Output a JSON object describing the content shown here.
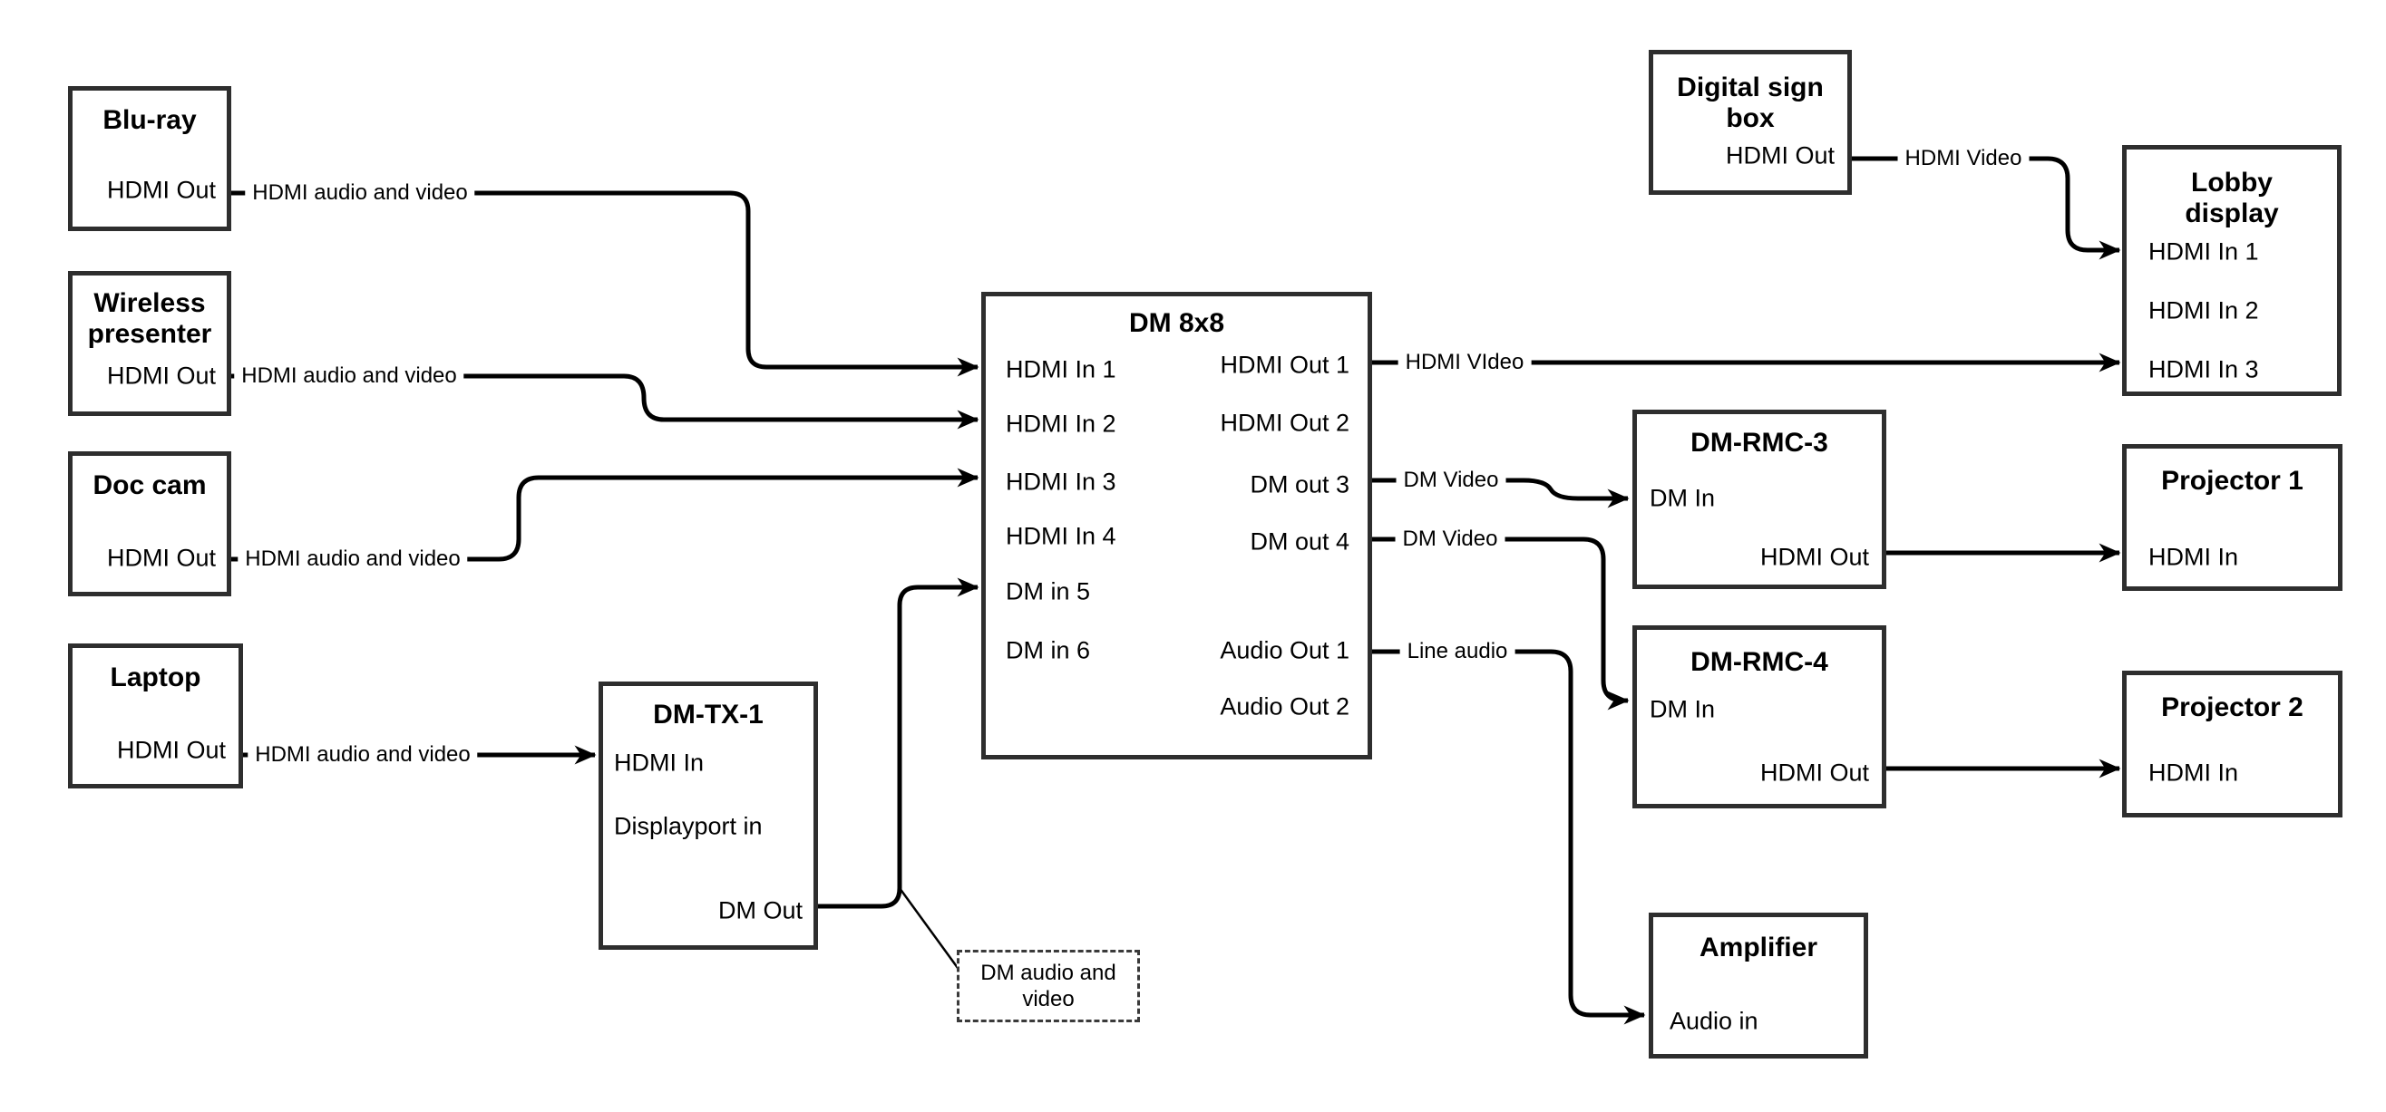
{
  "colors": {
    "background": "#ffffff",
    "wire": "#000000",
    "box_border": "#2e2e2e",
    "text": "#000000"
  },
  "nodes": {
    "bluray": {
      "title": "Blu-ray",
      "port_hdmi_out": "HDMI Out"
    },
    "wireless": {
      "title": "Wireless\npresenter",
      "port_hdmi_out": "HDMI Out"
    },
    "doccam": {
      "title": "Doc cam",
      "port_hdmi_out": "HDMI Out"
    },
    "laptop": {
      "title": "Laptop",
      "port_hdmi_out": "HDMI Out"
    },
    "dmtx1": {
      "title": "DM-TX-1",
      "port_hdmi_in": "HDMI In",
      "port_displayport_in": "Displayport in",
      "port_dm_out": "DM Out"
    },
    "dm8x8": {
      "title": "DM 8x8",
      "port_in1": "HDMI In 1",
      "port_in2": "HDMI In 2",
      "port_in3": "HDMI In 3",
      "port_in4": "HDMI In 4",
      "port_in5": "DM in 5",
      "port_in6": "DM in 6",
      "port_out1": "HDMI Out 1",
      "port_out2": "HDMI Out 2",
      "port_out3": "DM out 3",
      "port_out4": "DM out 4",
      "port_aout1": "Audio Out 1",
      "port_aout2": "Audio Out 2"
    },
    "digitalsign": {
      "title": "Digital sign\nbox",
      "port_hdmi_out": "HDMI Out"
    },
    "lobby": {
      "title": "Lobby\ndisplay",
      "port_in1": "HDMI In 1",
      "port_in2": "HDMI In 2",
      "port_in3": "HDMI In 3"
    },
    "rmc3": {
      "title": "DM-RMC-3",
      "port_dm_in": "DM In",
      "port_hdmi_out": "HDMI Out"
    },
    "rmc4": {
      "title": "DM-RMC-4",
      "port_dm_in": "DM In",
      "port_hdmi_out": "HDMI Out"
    },
    "proj1": {
      "title": "Projector 1",
      "port_hdmi_in": "HDMI In"
    },
    "proj2": {
      "title": "Projector 2",
      "port_hdmi_in": "HDMI In"
    },
    "amp": {
      "title": "Amplifier",
      "port_audio_in": "Audio in"
    }
  },
  "edge_labels": {
    "bluray_to_dm8x8": "HDMI audio and video",
    "wireless_to_dm8x8": "HDMI audio and video",
    "doccam_to_dm8x8": "HDMI audio and video",
    "laptop_to_dmtx1": "HDMI audio and video",
    "out1_to_lobby": "HDMI VIdeo",
    "sign_to_lobby": "HDMI Video",
    "out3_to_rmc3": "DM Video",
    "out4_to_rmc4": "DM Video",
    "audio1_to_amp": "Line audio"
  },
  "callout": {
    "text": "DM audio and\nvideo"
  }
}
